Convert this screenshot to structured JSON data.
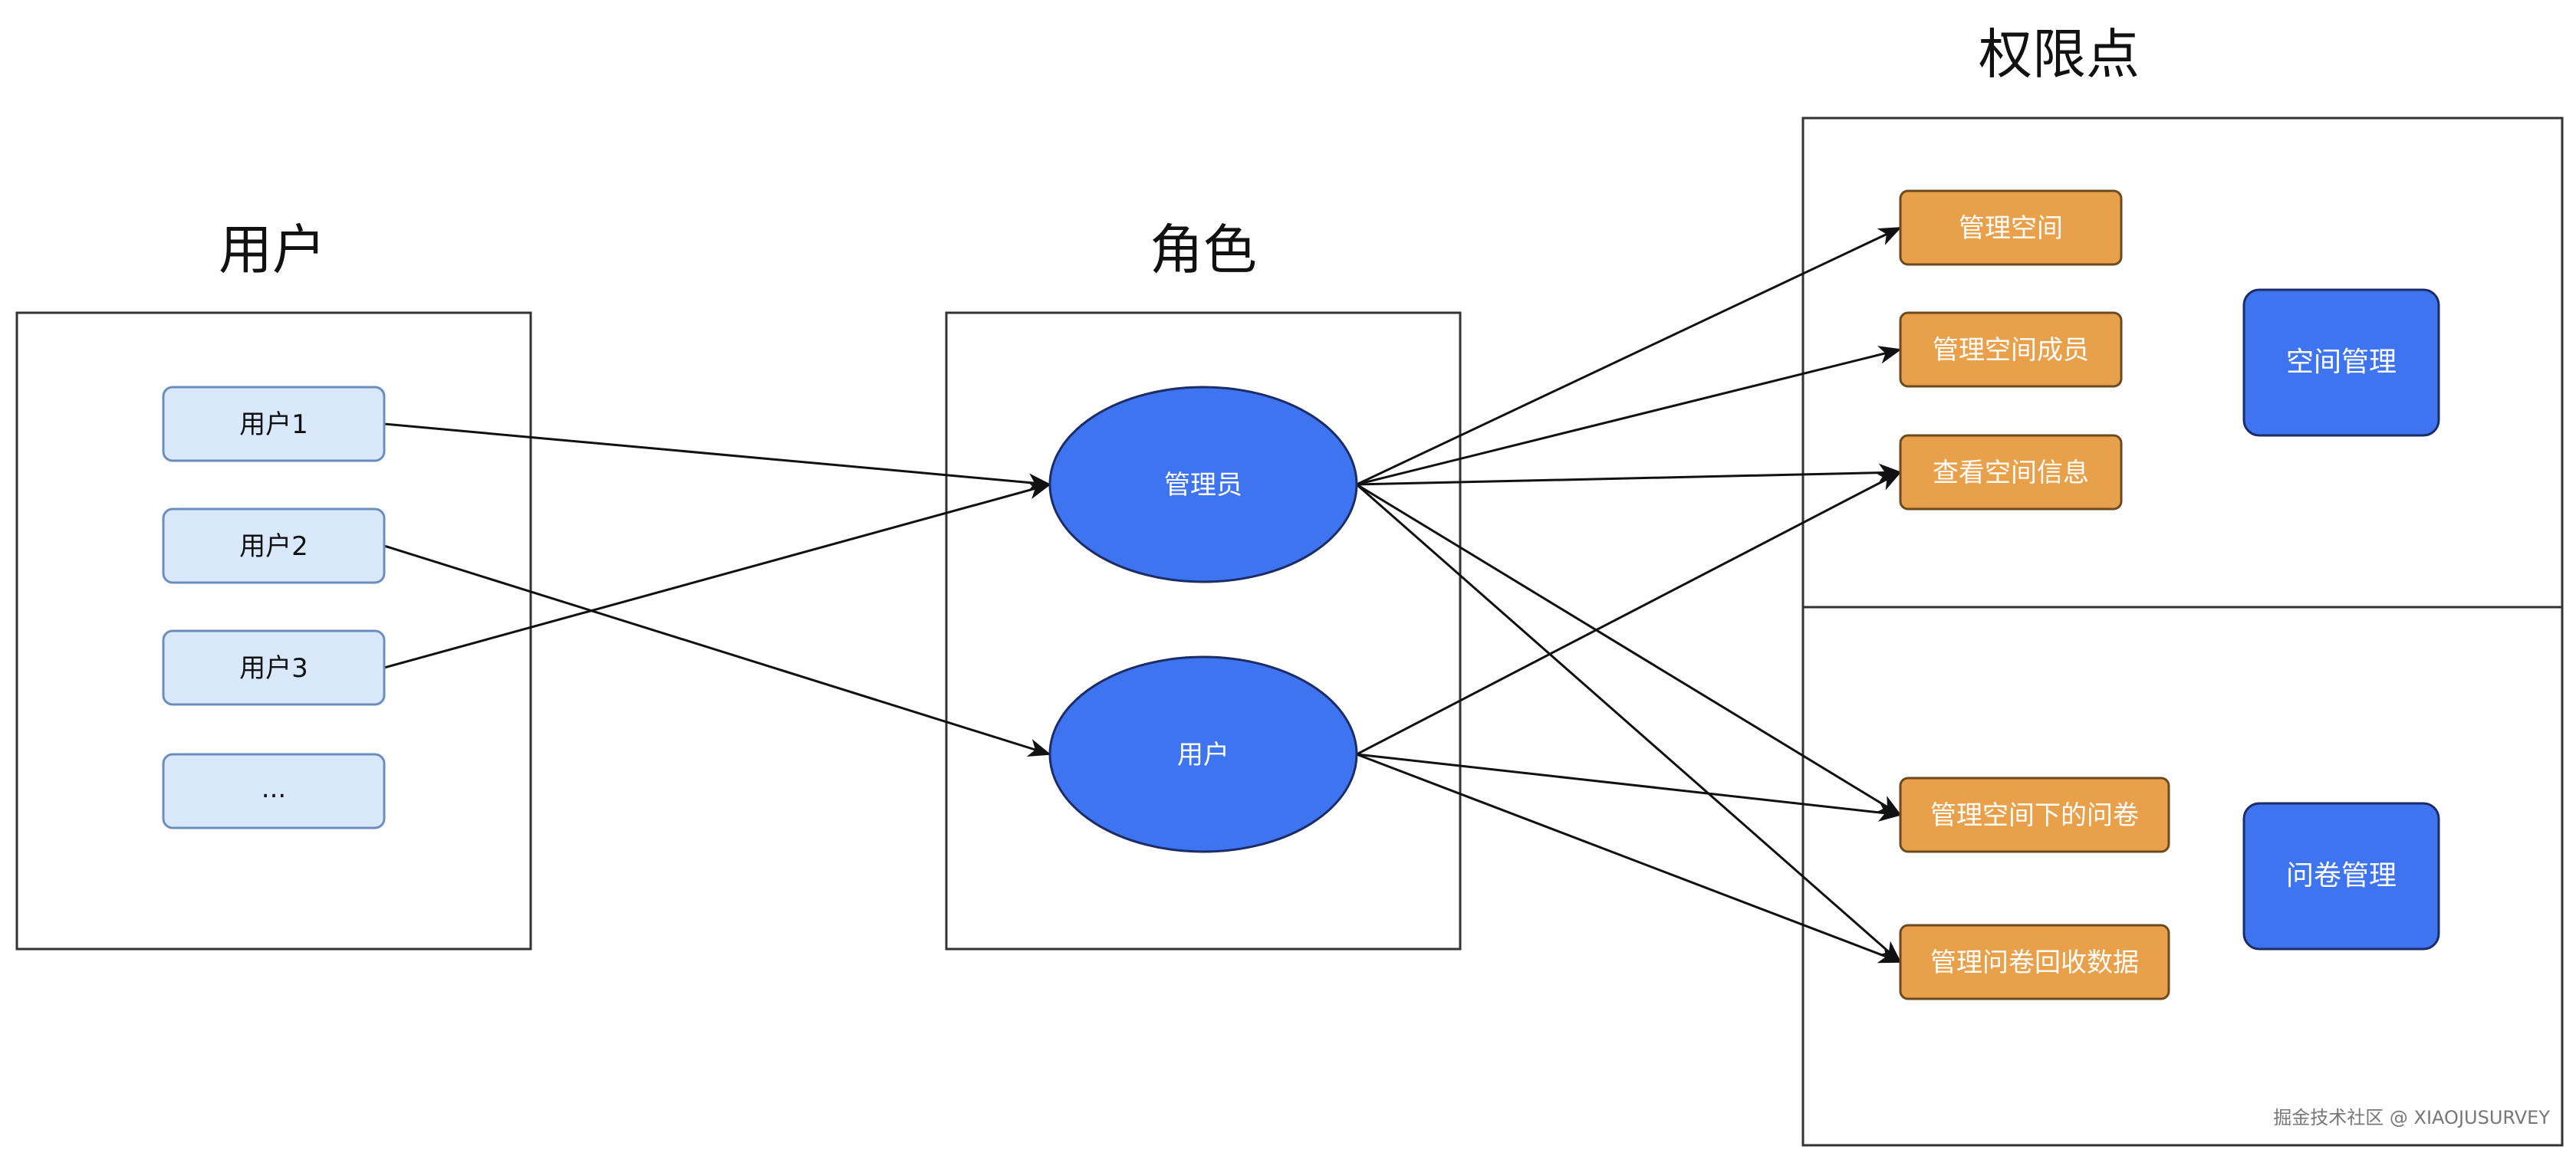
{
  "titles": {
    "users": "用户",
    "roles": "角色",
    "permissions": "权限点"
  },
  "users": [
    {
      "label": "用户1"
    },
    {
      "label": "用户2"
    },
    {
      "label": "用户3"
    },
    {
      "label": "..."
    }
  ],
  "roles": [
    {
      "label": "管理员"
    },
    {
      "label": "用户"
    }
  ],
  "permissions": [
    {
      "label": "管理空间"
    },
    {
      "label": "管理空间成员"
    },
    {
      "label": "查看空间信息"
    },
    {
      "label": "管理空间下的问卷"
    },
    {
      "label": "管理问卷回收数据"
    }
  ],
  "categories": [
    {
      "label": "空间管理"
    },
    {
      "label": "问卷管理"
    }
  ],
  "edges": {
    "user_to_role": [
      [
        0,
        0
      ],
      [
        1,
        1
      ],
      [
        2,
        0
      ]
    ],
    "role_to_permission": [
      [
        0,
        0
      ],
      [
        0,
        1
      ],
      [
        0,
        2
      ],
      [
        0,
        3
      ],
      [
        0,
        4
      ],
      [
        1,
        2
      ],
      [
        1,
        3
      ],
      [
        1,
        4
      ]
    ]
  },
  "colors": {
    "user_fill": "#dae8fc",
    "role_fill": "#3e74f0",
    "permission_fill": "#e8a04a",
    "category_fill": "#3e74f0"
  },
  "watermark": "掘金技术社区 @ XIAOJUSURVEY"
}
